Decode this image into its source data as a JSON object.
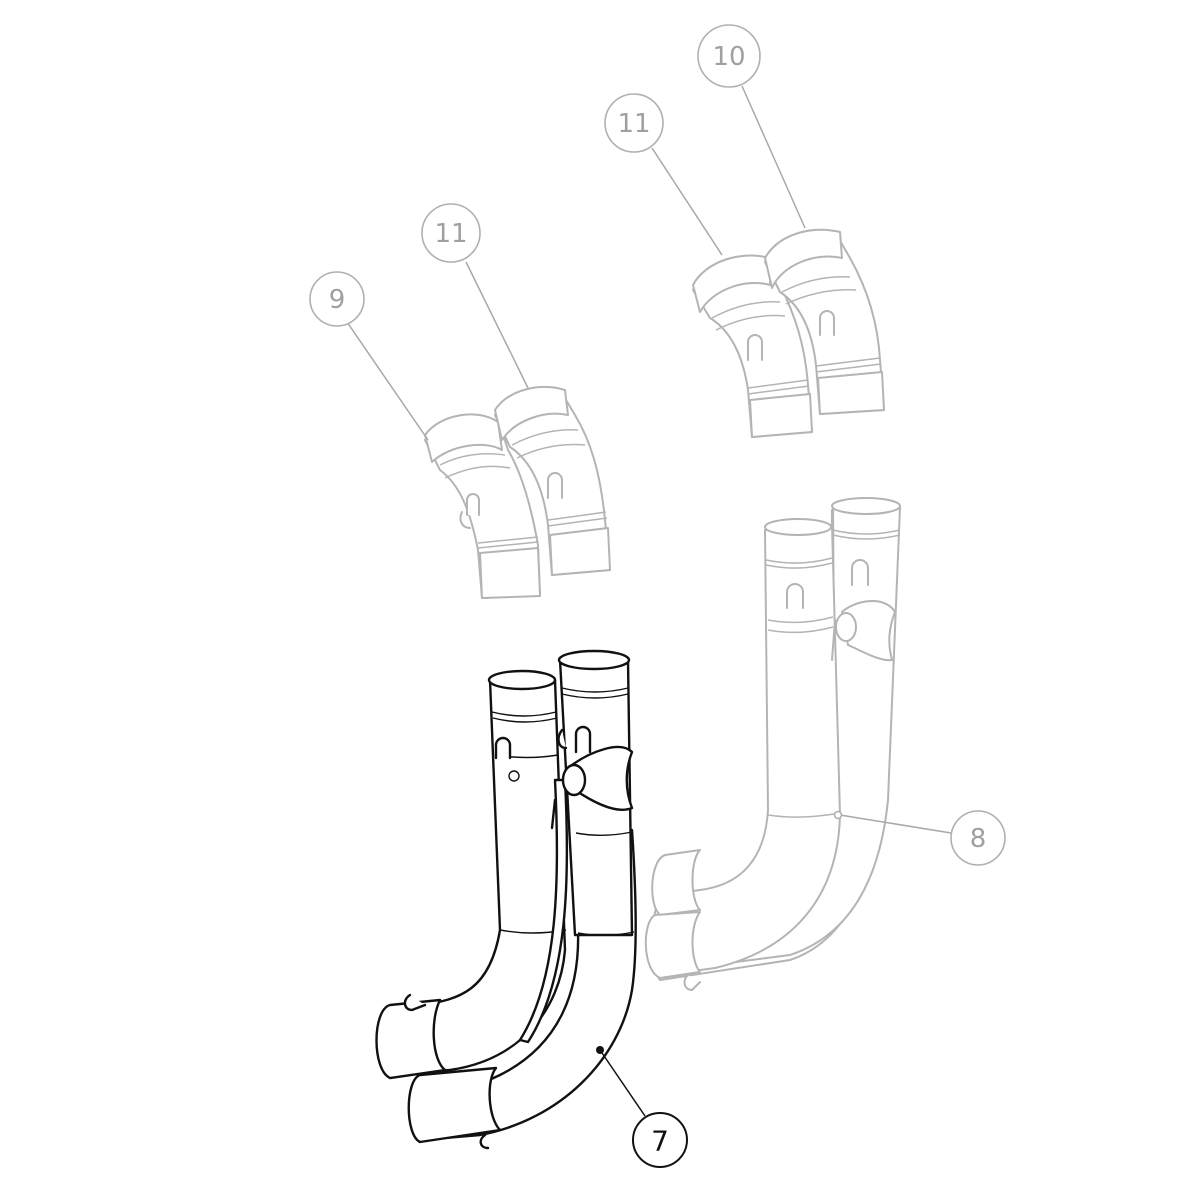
{
  "diagram": {
    "type": "exploded-parts-diagram",
    "callouts": [
      {
        "id": "7",
        "label": "7",
        "emphasis": "primary"
      },
      {
        "id": "8",
        "label": "8",
        "emphasis": "ghosted"
      },
      {
        "id": "9",
        "label": "9",
        "emphasis": "ghosted"
      },
      {
        "id": "10",
        "label": "10",
        "emphasis": "ghosted"
      },
      {
        "id": "11a",
        "label": "11",
        "emphasis": "ghosted"
      },
      {
        "id": "11b",
        "label": "11",
        "emphasis": "ghosted"
      }
    ],
    "colors": {
      "primary_stroke": "#111111",
      "ghost_stroke": "#b4b4b4",
      "background": "#ffffff"
    }
  }
}
